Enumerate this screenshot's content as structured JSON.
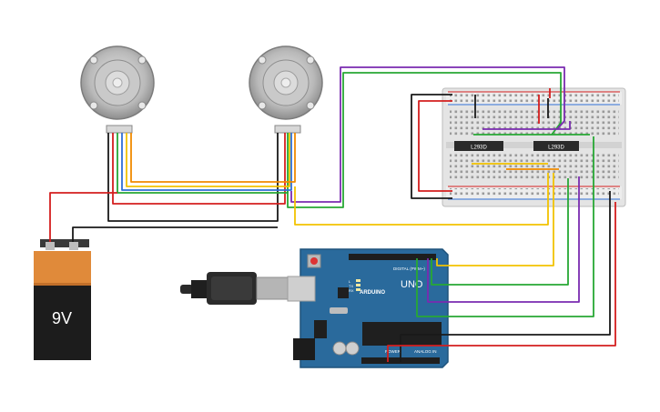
{
  "battery": {
    "label": "9V"
  },
  "breadboard": {
    "chip_left_label": "L293D",
    "chip_right_label": "L293D"
  },
  "arduino": {
    "brand": "ARDUINO",
    "model": "UNO",
    "digital_label": "DIGITAL (PWM~)",
    "analog_label": "ANALOG IN",
    "power_label": "POWER",
    "tx_label": "TX",
    "rx_label": "RX",
    "l_label": "L"
  },
  "colors": {
    "wire_red": "#d41e1e",
    "wire_black": "#1a1a1a",
    "wire_yellow": "#f2c200",
    "wire_orange": "#f08a00",
    "wire_green": "#27a834",
    "wire_purple": "#7a2bb0",
    "wire_blue": "#2f6fd6",
    "board_blue": "#2a6a9c"
  }
}
